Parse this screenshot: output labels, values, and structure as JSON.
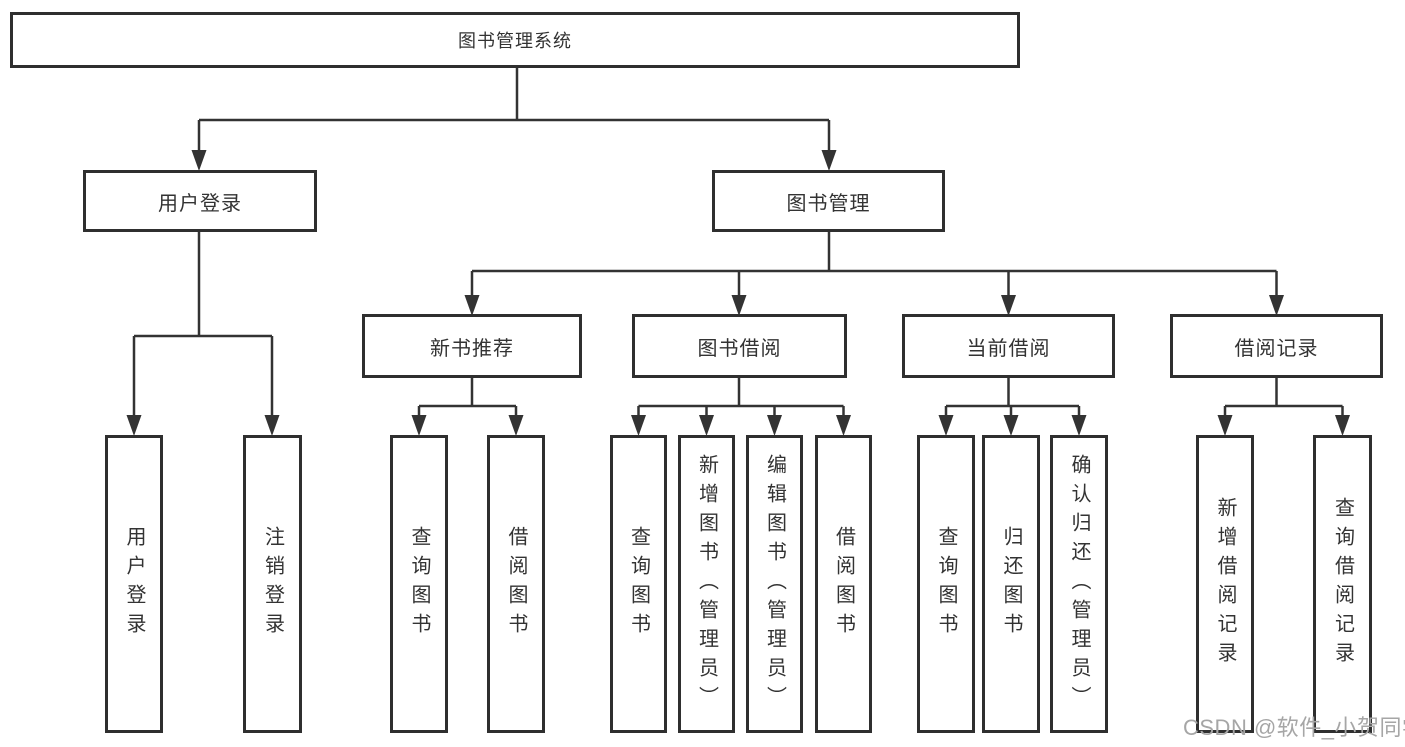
{
  "colors": {
    "background": "#ffffff",
    "line": "#333333",
    "box_border": "#2f2f2f",
    "text": "#333333",
    "watermark": "#a6a6a6"
  },
  "watermark": {
    "text": "CSDN @软件_小贺同学"
  },
  "tree": {
    "root": {
      "label": "图书管理系统",
      "children": [
        {
          "label": "用户登录",
          "children": [
            {
              "label": "用户登录"
            },
            {
              "label": "注销登录"
            }
          ]
        },
        {
          "label": "图书管理",
          "children": [
            {
              "label": "新书推荐",
              "children": [
                {
                  "label": "查询图书"
                },
                {
                  "label": "借阅图书"
                }
              ]
            },
            {
              "label": "图书借阅",
              "children": [
                {
                  "label": "查询图书"
                },
                {
                  "label": "新增图书（管理员）"
                },
                {
                  "label": "编辑图书（管理员）"
                },
                {
                  "label": "借阅图书"
                }
              ]
            },
            {
              "label": "当前借阅",
              "children": [
                {
                  "label": "查询图书"
                },
                {
                  "label": "归还图书"
                },
                {
                  "label": "确认归还（管理员）"
                }
              ]
            },
            {
              "label": "借阅记录",
              "children": [
                {
                  "label": "新增借阅记录"
                },
                {
                  "label": "查询借阅记录"
                }
              ]
            }
          ]
        }
      ]
    }
  }
}
